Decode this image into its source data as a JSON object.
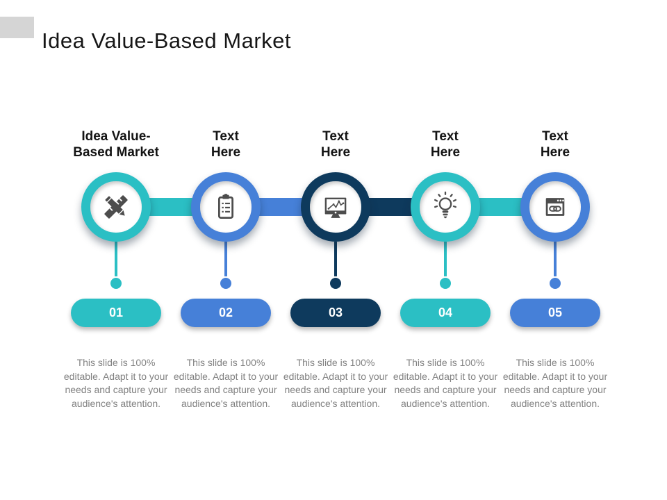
{
  "slide": {
    "title": "Idea Value-Based Market"
  },
  "theme": {
    "teal": "#2BBFC4",
    "blue": "#4680D8",
    "navy": "#0E3A5D",
    "icon_gray": "#4D4D4D",
    "body_text_gray": "#818181",
    "title_color": "#161616",
    "accent_box_gray": "#D5D5D5"
  },
  "columns": [
    {
      "heading": "Idea Value-\nBased Market",
      "icon": "pencil-ruler-icon",
      "number": "01",
      "color": "teal",
      "description": "This slide is 100% editable. Adapt it to your needs and capture your audience's attention."
    },
    {
      "heading": "Text\nHere",
      "icon": "clipboard-checklist-icon",
      "number": "02",
      "color": "blue",
      "description": "This slide is 100% editable. Adapt it to your needs and capture your audience's attention."
    },
    {
      "heading": "Text\nHere",
      "icon": "monitor-chart-icon",
      "number": "03",
      "color": "navy",
      "description": "This slide is 100% editable. Adapt it to your needs and capture your audience's attention."
    },
    {
      "heading": "Text\nHere",
      "icon": "lightbulb-icon",
      "number": "04",
      "color": "teal",
      "description": "This slide is 100% editable. Adapt it to your needs and capture your audience's attention."
    },
    {
      "heading": "Text\nHere",
      "icon": "browser-link-icon",
      "number": "05",
      "color": "blue",
      "description": "This slide is 100% editable. Adapt it to your needs and capture your audience's attention."
    }
  ]
}
